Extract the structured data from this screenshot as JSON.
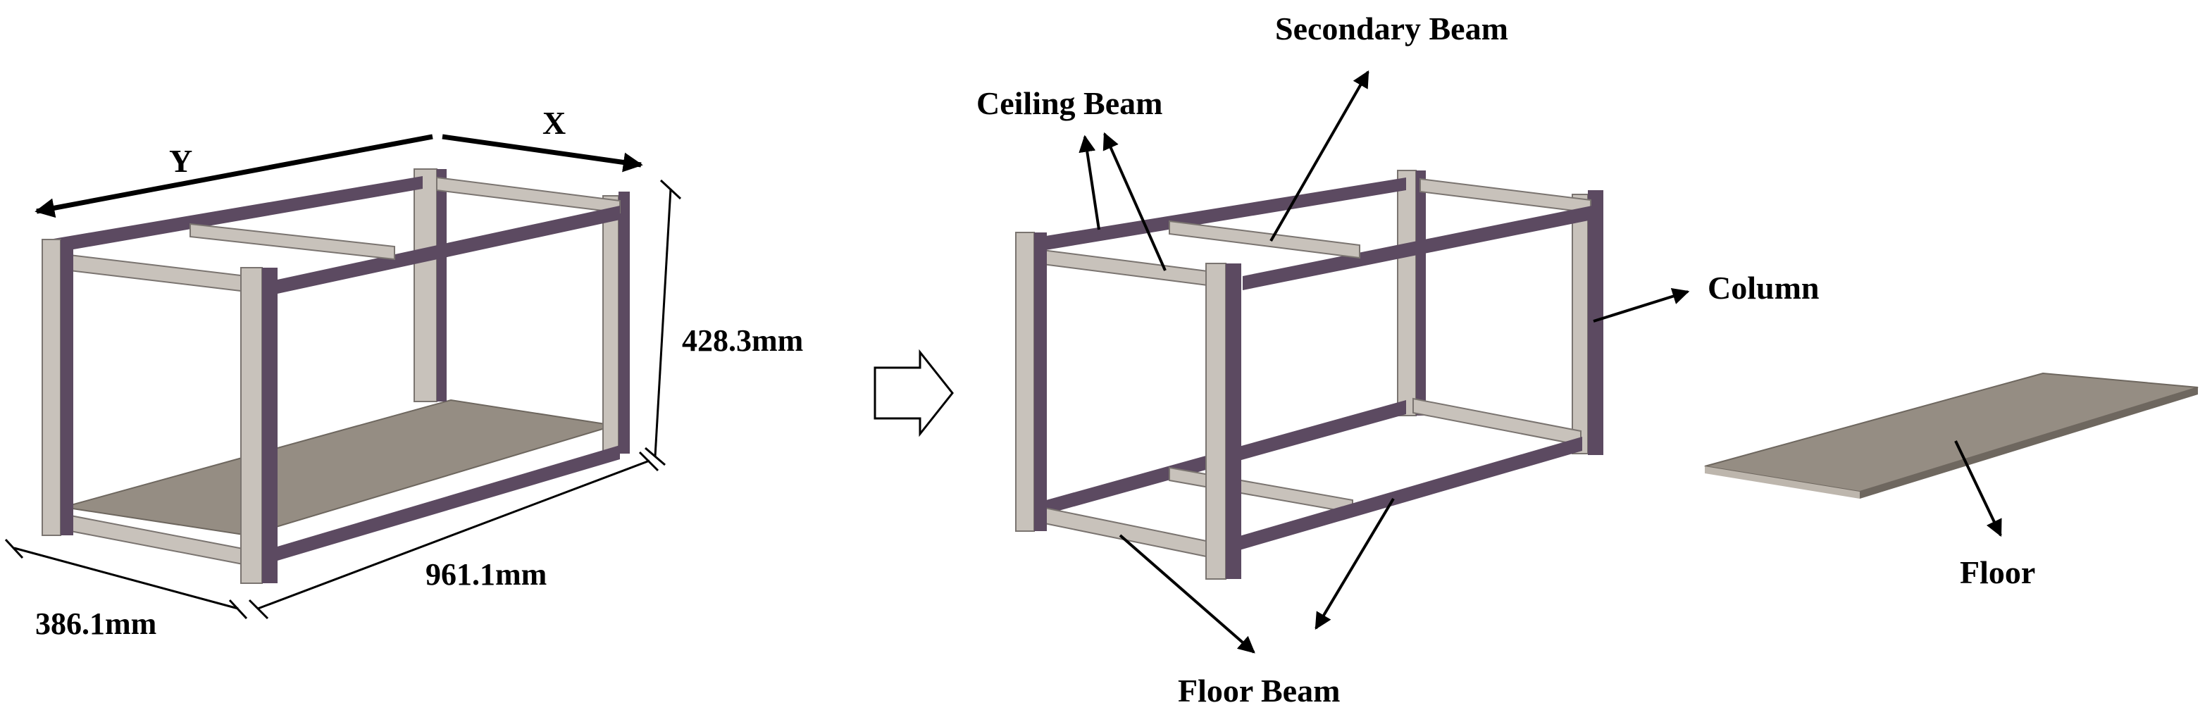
{
  "left_figure": {
    "axis_x": "X",
    "axis_y": "Y",
    "height_dim": "428.3mm",
    "length_dim": "961.1mm",
    "width_dim": "386.1mm"
  },
  "right_figure": {
    "ceiling_beam": "Ceiling Beam",
    "secondary_beam": "Secondary Beam",
    "column": "Column",
    "floor_beam": "Floor Beam",
    "floor": "Floor"
  },
  "colors": {
    "beam_light": "#c8c2bb",
    "beam_dark": "#5c4a61",
    "floor_plate": "#958d83",
    "stroke": "#000000"
  }
}
